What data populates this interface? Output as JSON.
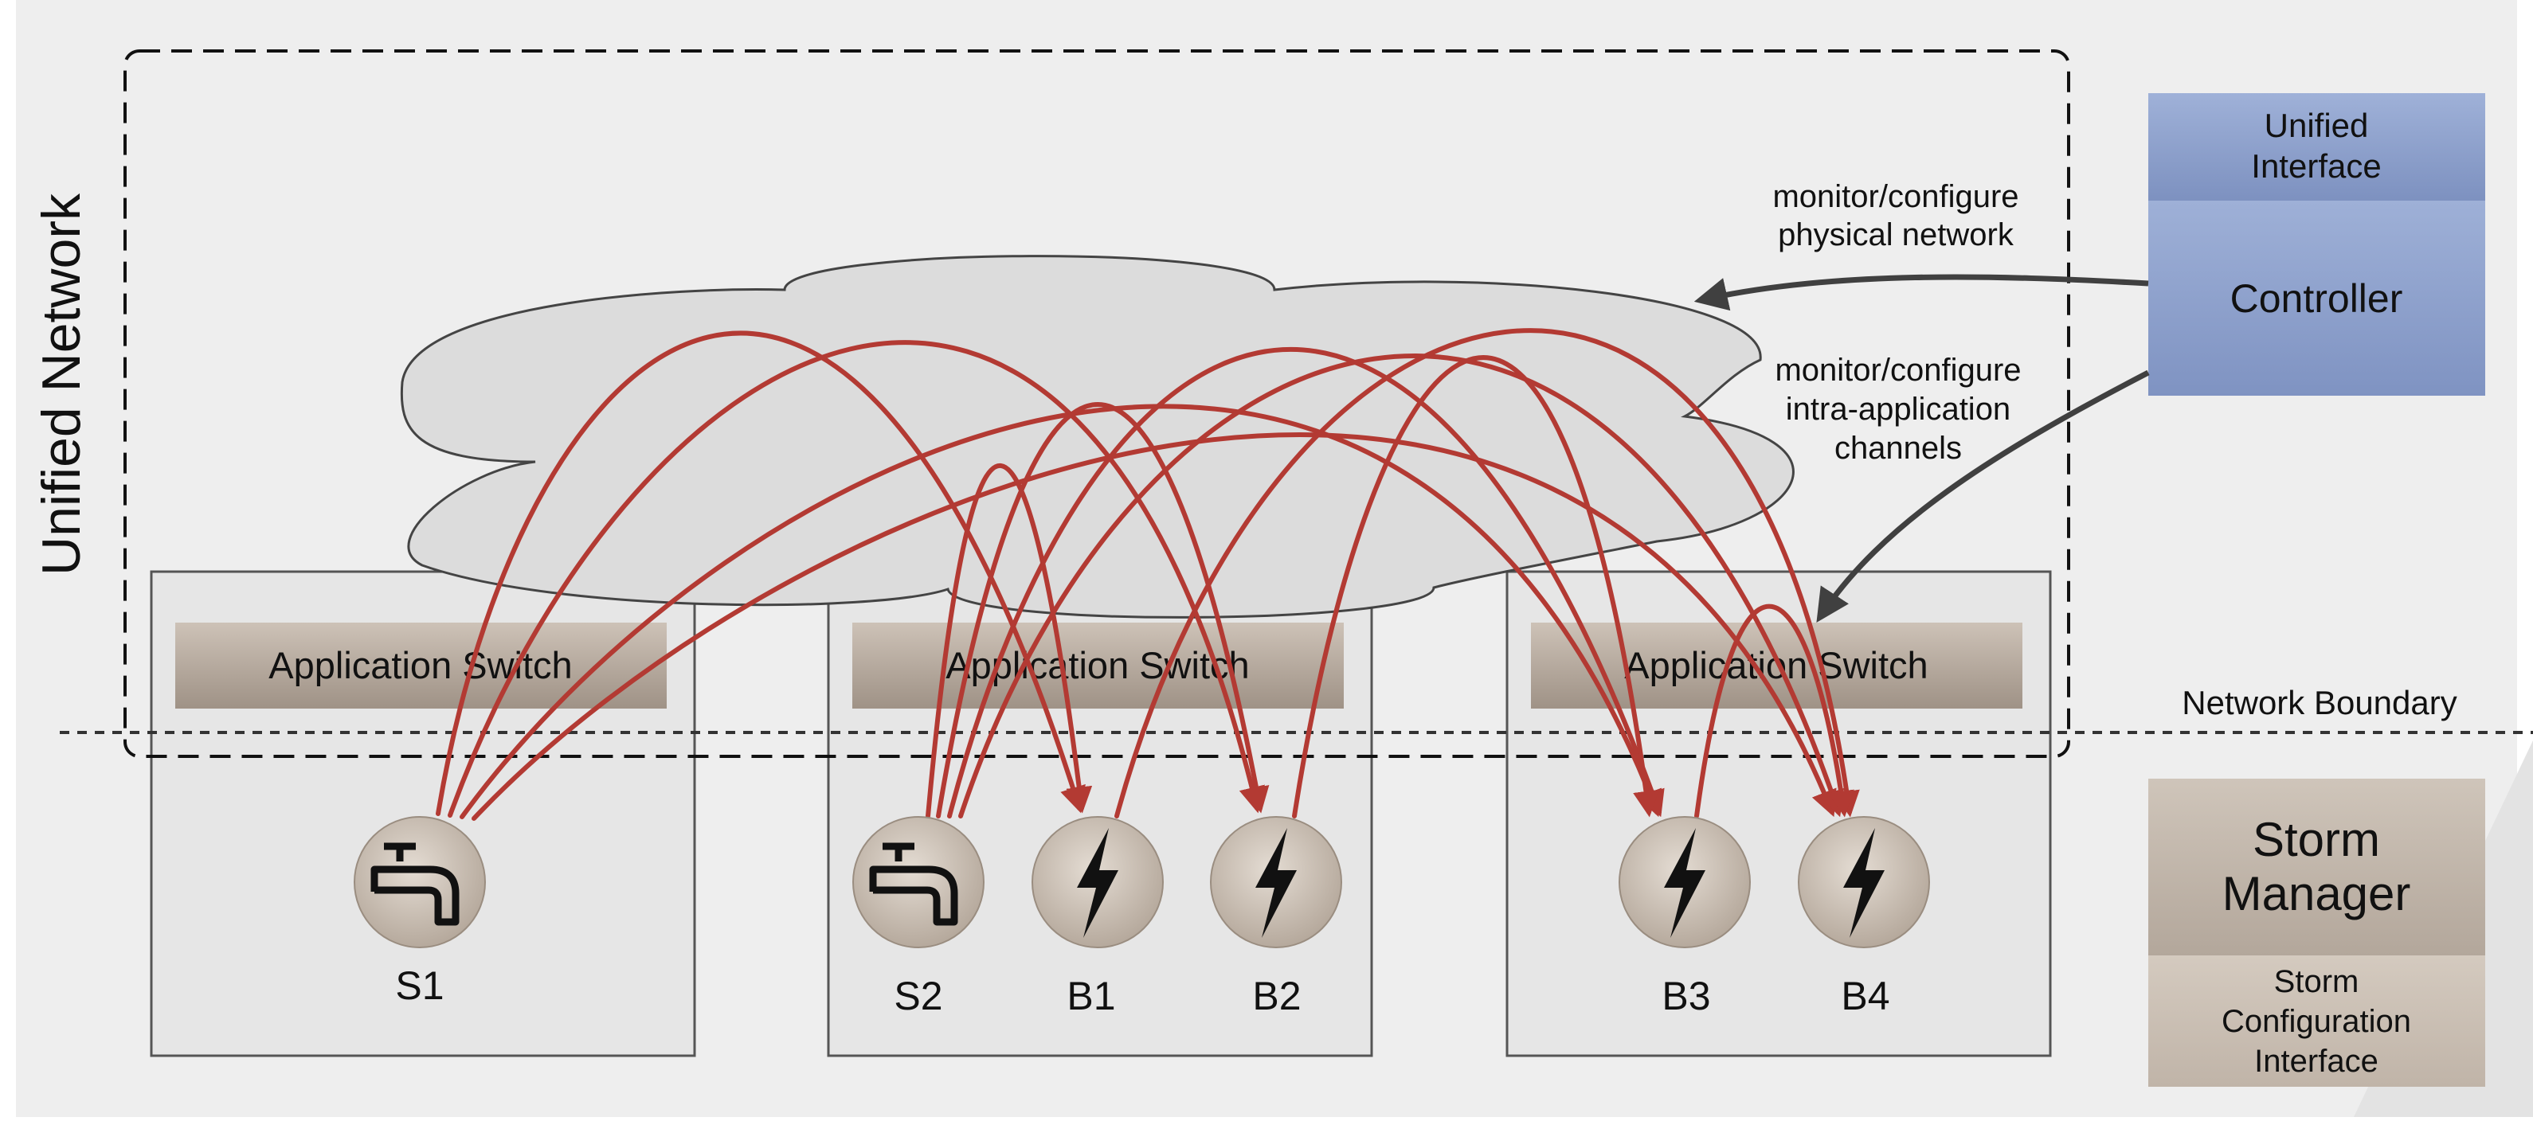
{
  "diagram": {
    "unified_network_label": "Unified Network",
    "network_boundary_label": "Network Boundary",
    "switch_label": "Application Switch",
    "hosts": [
      {
        "nodes": [
          {
            "type": "spout",
            "label": "S1"
          }
        ]
      },
      {
        "nodes": [
          {
            "type": "spout",
            "label": "S2"
          },
          {
            "type": "bolt",
            "label": "B1"
          },
          {
            "type": "bolt",
            "label": "B2"
          }
        ]
      },
      {
        "nodes": [
          {
            "type": "bolt",
            "label": "B3"
          },
          {
            "type": "bolt",
            "label": "B4"
          }
        ]
      }
    ],
    "unified_interface": {
      "title_line1": "Unified",
      "title_line2": "Interface",
      "controller": "Controller"
    },
    "storm_manager": {
      "title_line1": "Storm",
      "title_line2": "Manager",
      "sub_line1": "Storm",
      "sub_line2": "Configuration",
      "sub_line3": "Interface"
    },
    "annotations": {
      "physical_line1": "monitor/configure",
      "physical_line2": "physical network",
      "channels_line1": "monitor/configure",
      "channels_line2": "intra-application",
      "channels_line3": "channels"
    },
    "icons": {
      "spout": "faucet-icon",
      "bolt": "lightning-bolt-icon"
    },
    "colors": {
      "background": "#eeeeee",
      "channel": "#b33a33",
      "controller": "#8c9fca",
      "switch": "#b3a69a",
      "storm": "#c8bdb1"
    }
  }
}
